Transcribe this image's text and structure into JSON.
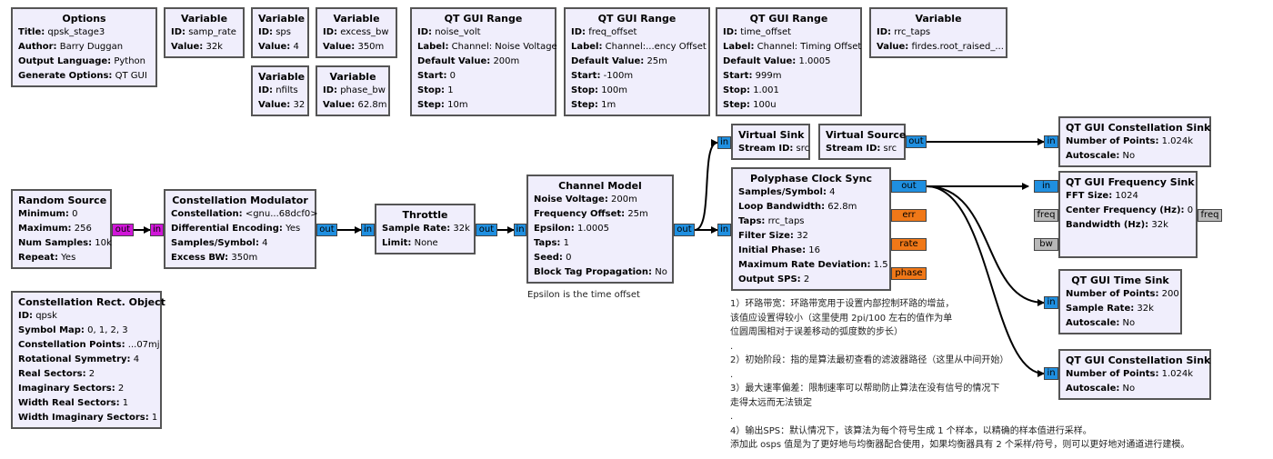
{
  "blocks": {
    "options": {
      "title": "Options",
      "props": [
        {
          "k": "Title:",
          "v": "qpsk_stage3"
        },
        {
          "k": "Author:",
          "v": "Barry Duggan"
        },
        {
          "k": "Output Language:",
          "v": "Python"
        },
        {
          "k": "Generate Options:",
          "v": "QT GUI"
        }
      ]
    },
    "var_samp_rate": {
      "title": "Variable",
      "props": [
        {
          "k": "ID:",
          "v": "samp_rate"
        },
        {
          "k": "Value:",
          "v": "32k"
        }
      ]
    },
    "var_sps": {
      "title": "Variable",
      "props": [
        {
          "k": "ID:",
          "v": "sps"
        },
        {
          "k": "Value:",
          "v": "4"
        }
      ]
    },
    "var_excess_bw": {
      "title": "Variable",
      "props": [
        {
          "k": "ID:",
          "v": "excess_bw"
        },
        {
          "k": "Value:",
          "v": "350m"
        }
      ]
    },
    "var_nfilts": {
      "title": "Variable",
      "props": [
        {
          "k": "ID:",
          "v": "nfilts"
        },
        {
          "k": "Value:",
          "v": "32"
        }
      ]
    },
    "var_phase_bw": {
      "title": "Variable",
      "props": [
        {
          "k": "ID:",
          "v": "phase_bw"
        },
        {
          "k": "Value:",
          "v": "62.8m"
        }
      ]
    },
    "range_noise": {
      "title": "QT GUI Range",
      "props": [
        {
          "k": "ID:",
          "v": "noise_volt"
        },
        {
          "k": "Label:",
          "v": "Channel: Noise Voltage"
        },
        {
          "k": "Default Value:",
          "v": "200m"
        },
        {
          "k": "Start:",
          "v": "0"
        },
        {
          "k": "Stop:",
          "v": "1"
        },
        {
          "k": "Step:",
          "v": "10m"
        }
      ]
    },
    "range_freq": {
      "title": "QT GUI Range",
      "props": [
        {
          "k": "ID:",
          "v": "freq_offset"
        },
        {
          "k": "Label:",
          "v": "Channel:...ency Offset"
        },
        {
          "k": "Default Value:",
          "v": "25m"
        },
        {
          "k": "Start:",
          "v": "-100m"
        },
        {
          "k": "Stop:",
          "v": "100m"
        },
        {
          "k": "Step:",
          "v": "1m"
        }
      ]
    },
    "range_time": {
      "title": "QT GUI Range",
      "props": [
        {
          "k": "ID:",
          "v": "time_offset"
        },
        {
          "k": "Label:",
          "v": "Channel: Timing Offset"
        },
        {
          "k": "Default Value:",
          "v": "1.0005"
        },
        {
          "k": "Start:",
          "v": "999m"
        },
        {
          "k": "Stop:",
          "v": "1.001"
        },
        {
          "k": "Step:",
          "v": "100u"
        }
      ]
    },
    "var_rrc": {
      "title": "Variable",
      "props": [
        {
          "k": "ID:",
          "v": "rrc_taps"
        },
        {
          "k": "Value:",
          "v": "firdes.root_raised_..."
        }
      ]
    },
    "random_source": {
      "title": "Random Source",
      "props": [
        {
          "k": "Minimum:",
          "v": "0"
        },
        {
          "k": "Maximum:",
          "v": "256"
        },
        {
          "k": "Num Samples:",
          "v": "10k"
        },
        {
          "k": "Repeat:",
          "v": "Yes"
        }
      ]
    },
    "const_mod": {
      "title": "Constellation Modulator",
      "props": [
        {
          "k": "Constellation:",
          "v": "<gnu...68dcf0>"
        },
        {
          "k": "Differential Encoding:",
          "v": "Yes"
        },
        {
          "k": "Samples/Symbol:",
          "v": "4"
        },
        {
          "k": "Excess BW:",
          "v": "350m"
        }
      ]
    },
    "throttle": {
      "title": "Throttle",
      "props": [
        {
          "k": "Sample Rate:",
          "v": "32k"
        },
        {
          "k": "Limit:",
          "v": "None"
        }
      ]
    },
    "channel_model": {
      "title": "Channel Model",
      "props": [
        {
          "k": "Noise Voltage:",
          "v": "200m"
        },
        {
          "k": "Frequency Offset:",
          "v": "25m"
        },
        {
          "k": "Epsilon:",
          "v": "1.0005"
        },
        {
          "k": "Taps:",
          "v": "1"
        },
        {
          "k": "Seed:",
          "v": "0"
        },
        {
          "k": "Block Tag Propagation:",
          "v": "No"
        }
      ]
    },
    "virtual_sink": {
      "title": "Virtual Sink",
      "props": [
        {
          "k": "Stream ID:",
          "v": "src"
        }
      ]
    },
    "virtual_source": {
      "title": "Virtual Source",
      "props": [
        {
          "k": "Stream ID:",
          "v": "src"
        }
      ]
    },
    "pfb_sync": {
      "title": "Polyphase Clock Sync",
      "props": [
        {
          "k": "Samples/Symbol:",
          "v": "4"
        },
        {
          "k": "Loop Bandwidth:",
          "v": "62.8m"
        },
        {
          "k": "Taps:",
          "v": "rrc_taps"
        },
        {
          "k": "Filter Size:",
          "v": "32"
        },
        {
          "k": "Initial Phase:",
          "v": "16"
        },
        {
          "k": "Maximum Rate Deviation:",
          "v": "1.5"
        },
        {
          "k": "Output SPS:",
          "v": "2"
        }
      ]
    },
    "const_sink1": {
      "title": "QT GUI Constellation Sink",
      "props": [
        {
          "k": "Number of Points:",
          "v": "1.024k"
        },
        {
          "k": "Autoscale:",
          "v": "No"
        }
      ]
    },
    "freq_sink": {
      "title": "QT GUI Frequency Sink",
      "props": [
        {
          "k": "FFT Size:",
          "v": "1024"
        },
        {
          "k": "Center Frequency (Hz):",
          "v": "0"
        },
        {
          "k": "Bandwidth (Hz):",
          "v": "32k"
        }
      ]
    },
    "time_sink": {
      "title": "QT GUI Time Sink",
      "props": [
        {
          "k": "Number of Points:",
          "v": "200"
        },
        {
          "k": "Sample Rate:",
          "v": "32k"
        },
        {
          "k": "Autoscale:",
          "v": "No"
        }
      ]
    },
    "const_sink2": {
      "title": "QT GUI Constellation Sink",
      "props": [
        {
          "k": "Number of Points:",
          "v": "1.024k"
        },
        {
          "k": "Autoscale:",
          "v": "No"
        }
      ]
    },
    "const_rect": {
      "title": "Constellation Rect. Object",
      "props": [
        {
          "k": "ID:",
          "v": "qpsk"
        },
        {
          "k": "Symbol Map:",
          "v": "0, 1, 2, 3"
        },
        {
          "k": "Constellation Points:",
          "v": "...07mj"
        },
        {
          "k": "Rotational Symmetry:",
          "v": "4"
        },
        {
          "k": "Real Sectors:",
          "v": "2"
        },
        {
          "k": "Imaginary Sectors:",
          "v": "2"
        },
        {
          "k": "Width Real Sectors:",
          "v": "1"
        },
        {
          "k": "Width Imaginary Sectors:",
          "v": "1"
        }
      ]
    }
  },
  "ports": {
    "in": "in",
    "out": "out",
    "err": "err",
    "rate": "rate",
    "phase": "phase",
    "freq": "freq",
    "bw": "bw"
  },
  "notes": {
    "epsilon": "Epsilon is the time offset",
    "pfb_lines": [
      "1）环路带宽：环路带宽用于设置内部控制环路的增益，",
      "该值应设置得较小（这里使用 2pi/100 左右的值作为单",
      "位圆周围相对于误差移动的弧度数的步长）",
      ".",
      "2）初始阶段：指的是算法最初查看的滤波器路径（这里从中间开始）",
      ".",
      "3）最大速率偏差：限制速率可以帮助防止算法在没有信号的情况下",
      "走得太远而无法锁定",
      ".",
      "4）输出SPS：默认情况下，该算法为每个符号生成 1 个样本，以精确的样本值进行采样。",
      "添加此 osps 值是为了更好地与均衡器配合使用，如果均衡器具有 2 个采样/符号，则可以更好地对通道进行建模。"
    ]
  },
  "colors": {
    "block_fill": "#f0eefc",
    "port_complex": "#1f8fe0",
    "port_byte": "#d016d8",
    "port_float": "#f07818",
    "port_message": "#b8b8b8"
  }
}
